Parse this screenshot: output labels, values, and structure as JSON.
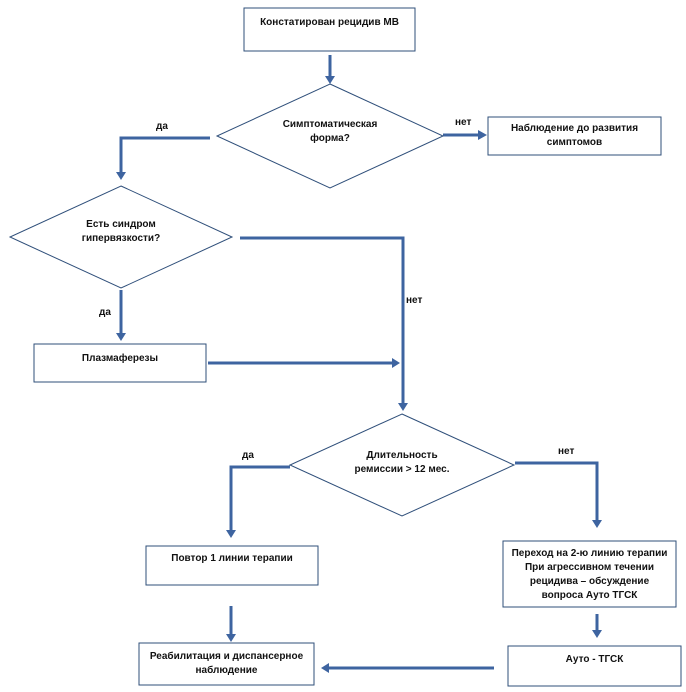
{
  "colors": {
    "arrow": "#3e64a0",
    "border": "#2f4f7a",
    "text": "#111111"
  },
  "nodes": {
    "start": "Констатирован рецидив МВ",
    "symptomatic": [
      "Симптоматическая",
      "форма?"
    ],
    "observation": [
      "Наблюдение до развития",
      "симптомов"
    ],
    "hyperviscosity": [
      "Есть синдром",
      "гипервязкости?"
    ],
    "plasmapheresis": "Плазмаферезы",
    "remission": [
      "Длительность",
      "ремиссии > 12 мес."
    ],
    "repeat_first_line": "Повтор 1 линии терапии",
    "second_line": [
      "Переход на 2-ю линию терапии",
      "При агрессивном течении",
      "рецидива – обсуждение",
      "вопроса Ауто ТГСК"
    ],
    "rehab": [
      "Реабилитация и диспансерное",
      "наблюдение"
    ],
    "auto_hsct": "Ауто - ТГСК"
  },
  "edge_labels": {
    "symptomatic_no": "нет",
    "symptomatic_yes": "да",
    "hyperviscosity_yes": "да",
    "hyperviscosity_no": "нет",
    "remission_yes": "да",
    "remission_no": "нет"
  }
}
